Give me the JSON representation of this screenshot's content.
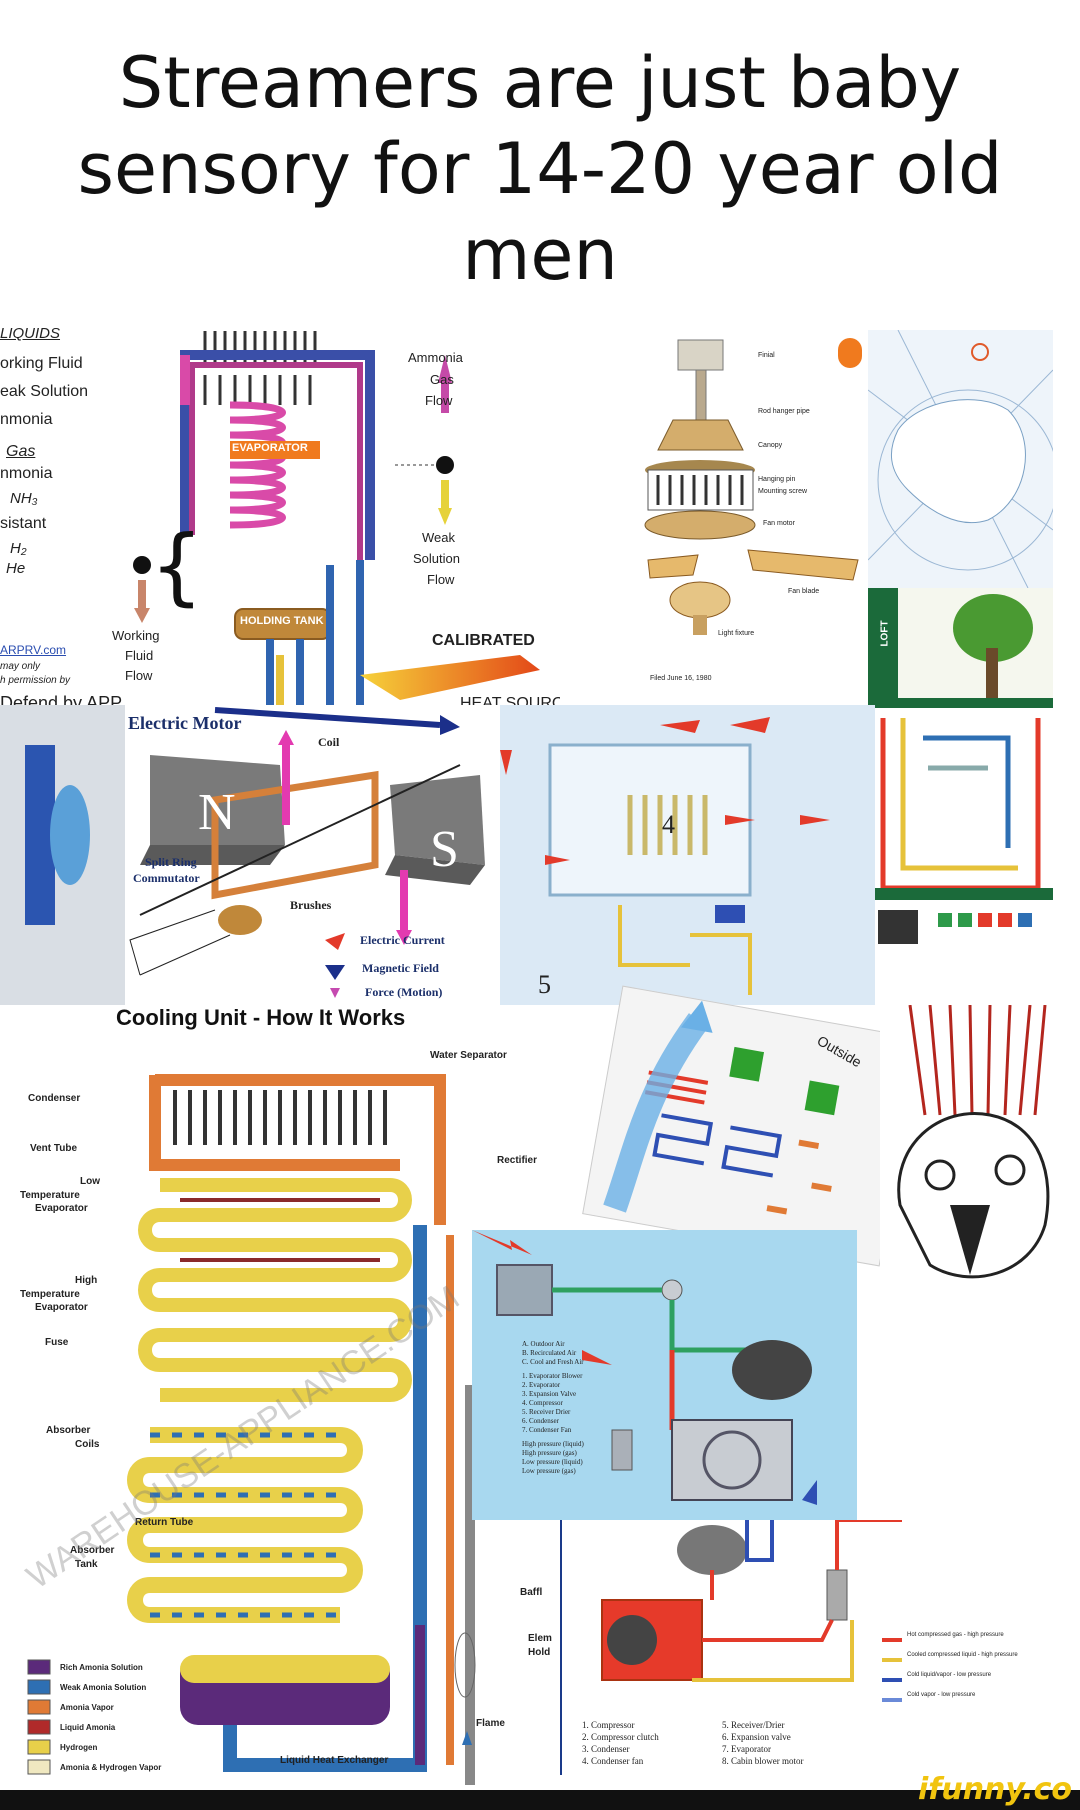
{
  "caption": "Streamers are just baby sensory for 14-20 year old men",
  "absorption": {
    "legend_title": "LIQUIDS",
    "legend_items": [
      "orking Fluid",
      "eak Solution",
      "nmonia"
    ],
    "gas_title": "Gas",
    "gas_items": [
      "nmonia",
      "NH₃",
      "sistant",
      "H₂",
      "He"
    ],
    "ammonia_flow": [
      "Ammonia",
      "Gas",
      "Flow"
    ],
    "weak_flow": [
      "Weak",
      "Solution",
      "Flow"
    ],
    "working_flow": [
      "Working",
      "Fluid",
      "Flow"
    ],
    "evaporator": "EVAPORATOR",
    "holding_tank": "HOLDING TANK",
    "calibrated": "CALIBRATED",
    "heat_source": "HEAT SOURCE",
    "website": "ARPRV.com",
    "permission": [
      "may only",
      "h permission by"
    ],
    "defend": "Defend by APP"
  },
  "motor": {
    "title": "Electric Motor",
    "coil": "Coil",
    "n": "N",
    "s": "S",
    "split_ring": "Split Ring",
    "commutator": "Commutator",
    "brushes": "Brushes",
    "legend": [
      "Electric Current",
      "Magnetic Field",
      "Force (Motion)"
    ]
  },
  "cooling": {
    "title": "Cooling Unit - How It Works",
    "water_separator": "Water Separator",
    "condenser": "Condenser",
    "vent_tube": "Vent Tube",
    "low_temp": [
      "Low",
      "Temperature",
      "Evaporator"
    ],
    "high_temp": [
      "High",
      "Temperature",
      "Evaporator"
    ],
    "fuse": "Fuse",
    "absorber_coils": [
      "Absorber",
      "Coils"
    ],
    "return_tube": "Return Tube",
    "absorber_tank": [
      "Absorber",
      "Tank"
    ],
    "rectifier": "Rectifier",
    "baffle": "Baffl",
    "elem": [
      "Elem",
      "Hold"
    ],
    "flame": "Flame",
    "liquid_heat_exchanger": "Liquid Heat Exchanger",
    "watermark": "WAREHOUSE-APPLIANCE.COM",
    "legend": [
      {
        "label": "Rich Amonia Solution",
        "color": "#5b2a7a"
      },
      {
        "label": "Weak Amonia Solution",
        "color": "#2e6fb3"
      },
      {
        "label": "Amonia Vapor",
        "color": "#e07a35"
      },
      {
        "label": "Liquid Amonia",
        "color": "#b02a2a"
      },
      {
        "label": "Hydrogen",
        "color": "#e8d04a"
      },
      {
        "label": "Amonia & Hydrogen Vapor",
        "color": "#f0e8c0"
      }
    ]
  },
  "heatpump": {
    "numbers": [
      "4",
      "5"
    ]
  },
  "outside": {
    "label": "Outside"
  },
  "carac": {
    "legend": [
      "A. Outdoor Air",
      "B. Recirculated Air",
      "C. Cool and Fresh Air",
      "1. Evaporator Blower",
      "2. Evaporator",
      "3. Expansion Valve",
      "4. Compressor",
      "5. Receiver Drier",
      "6. Condenser",
      "7. Condenser Fan"
    ],
    "pressure": [
      "High pressure (liquid)",
      "High pressure (gas)",
      "Low pressure (liquid)",
      "Low pressure (gas)"
    ]
  },
  "compressor": {
    "list_a": [
      "1. Compressor",
      "2. Compressor clutch",
      "3. Condenser",
      "4. Condenser fan"
    ],
    "list_b": [
      "5. Receiver/Drier",
      "6. Expansion valve",
      "7. Evaporator",
      "8. Cabin blower motor"
    ],
    "legend": [
      "Hot compressed gas - high pressure",
      "Cooled compressed liquid - high pressure",
      "Cold liquid/vapor - low pressure",
      "Cold vapor - low pressure"
    ]
  },
  "fan": {
    "labels": [
      "Finial",
      "Rod hanger pipe",
      "Canopy",
      "Hanging pin",
      "Mounting screw",
      "Fan motor",
      "Fan blade",
      "Light fixture"
    ],
    "date": "Filed June 16, 1980"
  },
  "house": {
    "label": "LOFT"
  },
  "brand": "ifunny.co"
}
